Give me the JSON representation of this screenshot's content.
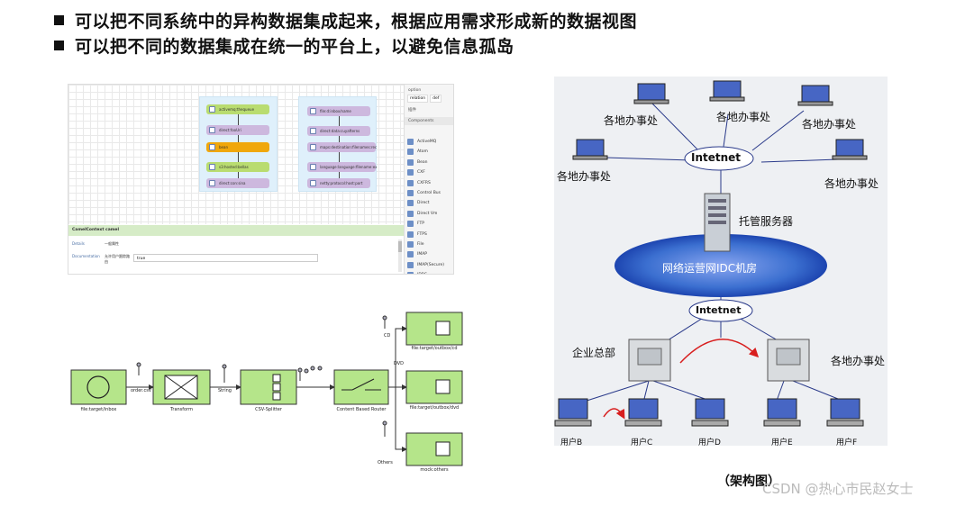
{
  "bullets": [
    "可以把不同系统中的异构数据集成起来，根据应用需求形成新的数据视图",
    "可以把不同的数据集成在统一的平台上，以避免信息孤岛"
  ],
  "camel": {
    "route1": [
      "activemq:thequeue",
      "direct:fooUri",
      "bean",
      "s3:hosted:bellas",
      "direct:con:sina"
    ],
    "route2": [
      "file:d:inbox/name",
      "direct:data:cuyafterns",
      "maps:destination:filenames:rec",
      "language:language:filename:ex",
      "netty:protocol:host:port"
    ],
    "context_title": "CamelContext camel",
    "details_label": "Details",
    "details_value": "一般属性",
    "doc_label": "Documentation",
    "doc_key": "允许用户跟踪路由",
    "doc_value": "true",
    "sidebar": {
      "option_label": "option",
      "tab1": "relation",
      "tab2": "def",
      "section": "插件",
      "components_label": "Components",
      "components": [
        "ActiveMQ",
        "Atom",
        "Bean",
        "CXF",
        "CXFRS",
        "Control Bus",
        "Direct",
        "Direct Vm",
        "FTP",
        "FTPS",
        "File",
        "IMAP",
        "IMAP(Secure)",
        "JDBC"
      ]
    }
  },
  "eip": {
    "nodes": [
      "file:target/inbox",
      "Transform",
      "CSV-Splitter",
      "Content Based Router",
      "file:target/outbox/cd",
      "file:target/outbox/dvd",
      "mock:others"
    ],
    "wires": [
      "order.csv",
      "String",
      "CD",
      "DVD",
      "Others"
    ]
  },
  "network": {
    "office": "各地办事处",
    "internet": "Intetnet",
    "server": "托管服务器",
    "idc": "网络运营网IDC机房",
    "hq": "企业总部",
    "users": [
      "用户B",
      "用户C",
      "用户D",
      "用户E",
      "用户F"
    ],
    "caption": "（架构图）"
  },
  "credit": "CSDN @热心市民赵女士",
  "colors": {
    "green": "#b5e58a",
    "orange": "#f0a70b",
    "purple": "#cdb8de",
    "ellipse": "#3b6fd0"
  }
}
